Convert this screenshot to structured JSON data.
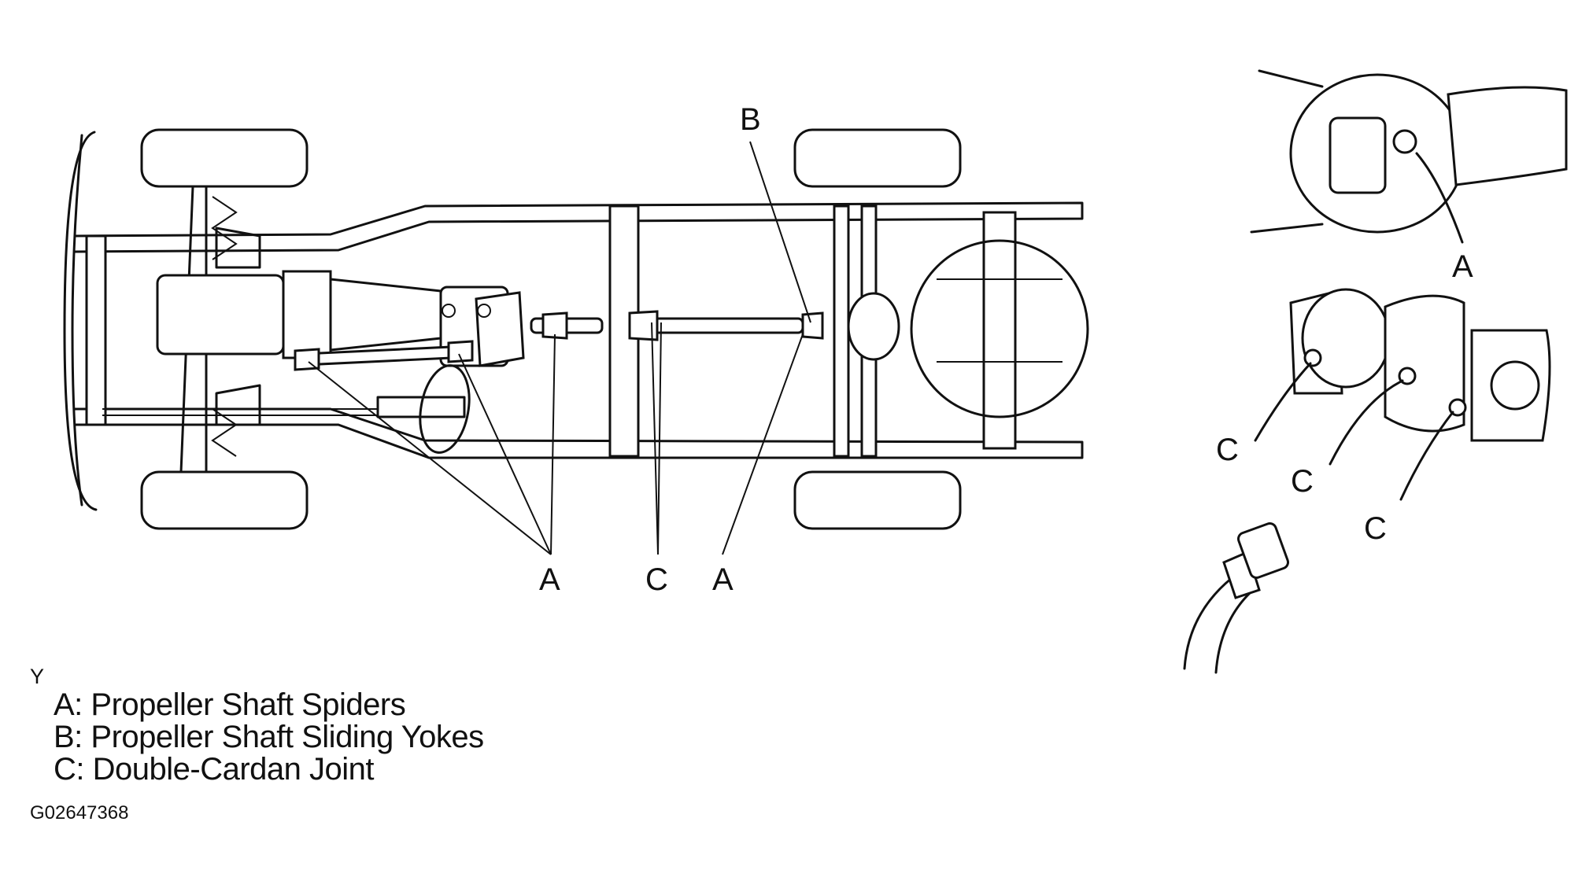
{
  "callouts": {
    "a": "A",
    "b": "B",
    "c": "C"
  },
  "legend": {
    "marker": "Y",
    "items": [
      "A: Propeller Shaft Spiders",
      "B: Propeller Shaft Sliding Yokes",
      "C:  Double-Cardan Joint"
    ]
  },
  "figure_id": "G02647368"
}
